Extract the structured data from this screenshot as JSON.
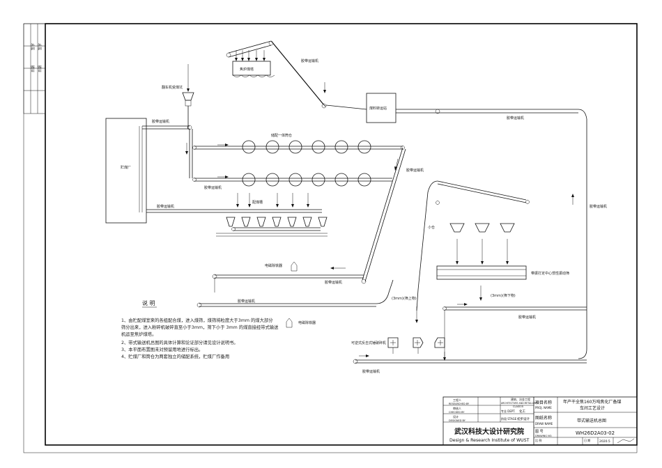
{
  "left_strip": {
    "labels": [
      "签字",
      "日期",
      "签字",
      "日期"
    ]
  },
  "labels": {
    "coke_oven_bunker": "焦炉煤塔",
    "belt_top_1": "胶带运输机",
    "tipper_pit": "翻车机受煤坑",
    "coal_prep_tower": "煤料转运站",
    "belt_right_top": "胶带运输机",
    "belt_after_pit": "胶带运输机",
    "yard": "贮煤厂",
    "feed_bins": "储配一体筒仓",
    "belt_diag": "胶带运输机",
    "belt_bins_bottom": "胶带运输机",
    "belt_yard_bottom": "胶带运输机",
    "blending_bins": "配煤槽",
    "belt_far_right": "胶带运输机",
    "small_bins": "小仓",
    "magnet_1": "电磁除铁器",
    "belt_mid": "胶带运输机",
    "screen": "带振打定中心惯性振动筛",
    "belt_left_low": "胶带运输机",
    "over_3mm": "(3mm)(筛上物)",
    "under_3mm": "(3mm)(筛下物)",
    "belt_right_low": "胶带运输机",
    "magnet_2": "电磁除铁器",
    "crusher": "可逆式反击式锤破碎机",
    "belt_bottom": "胶带运输机"
  },
  "notes": {
    "title": "说 明",
    "lines": [
      "1、由贮配煤室来的各组配合煤，进入煤筛，煤筛将粒度大于3mm 的煤大部分",
      "筛分出来，进入粉碎机破碎直至小于3mm，筛下小于 3mm 的煤直接经带式输送",
      "机运至焦炉煤塔。",
      "2、带式输送机总图的具体计算和论证部分请见设计说明书。",
      "3、本平面布置图未对预留用地进行标出。",
      "4、贮煤厂和筒仓为两套独立的储配系统，贮煤厂作备用"
    ]
  },
  "title_block": {
    "rows_left": [
      {
        "cn": "工程人",
        "en": "RESEARCHED BY"
      },
      {
        "cn": "审核人",
        "en": "CHECKED BY"
      },
      {
        "cn": "设计",
        "en": "DESIGNED BY"
      }
    ],
    "eng_dept": {
      "cn": "建筑、冶金工程",
      "en": "ARCHITECTURE AND METALLURGY",
      "class": "CLASS B"
    },
    "spec_label": "专业 DEPT.",
    "spec_value": "化工",
    "stage_label": "阶段 STAGE",
    "stage_value": "初步设计",
    "project_label": "项目名称",
    "project_label_en": "PROJ. NAME",
    "project_value_1": "年产干全焦160万吨焦化厂备煤",
    "project_value_2": "车间工艺设计",
    "drawing_label": "图纸名称",
    "drawing_label_en": "DRAW NAME",
    "drawing_value": "带式输送机总图",
    "institute_cn": "武汉科技大设计研究院",
    "institute_en": "Design & Research Institute of WUST",
    "drawing_no_label": "图 号",
    "drawing_no_label_en": "DRAWING NO.",
    "drawing_no": "WH26D2A03-02",
    "date_value": "2020.5",
    "small_labels": [
      "比 例",
      "日 期"
    ]
  }
}
